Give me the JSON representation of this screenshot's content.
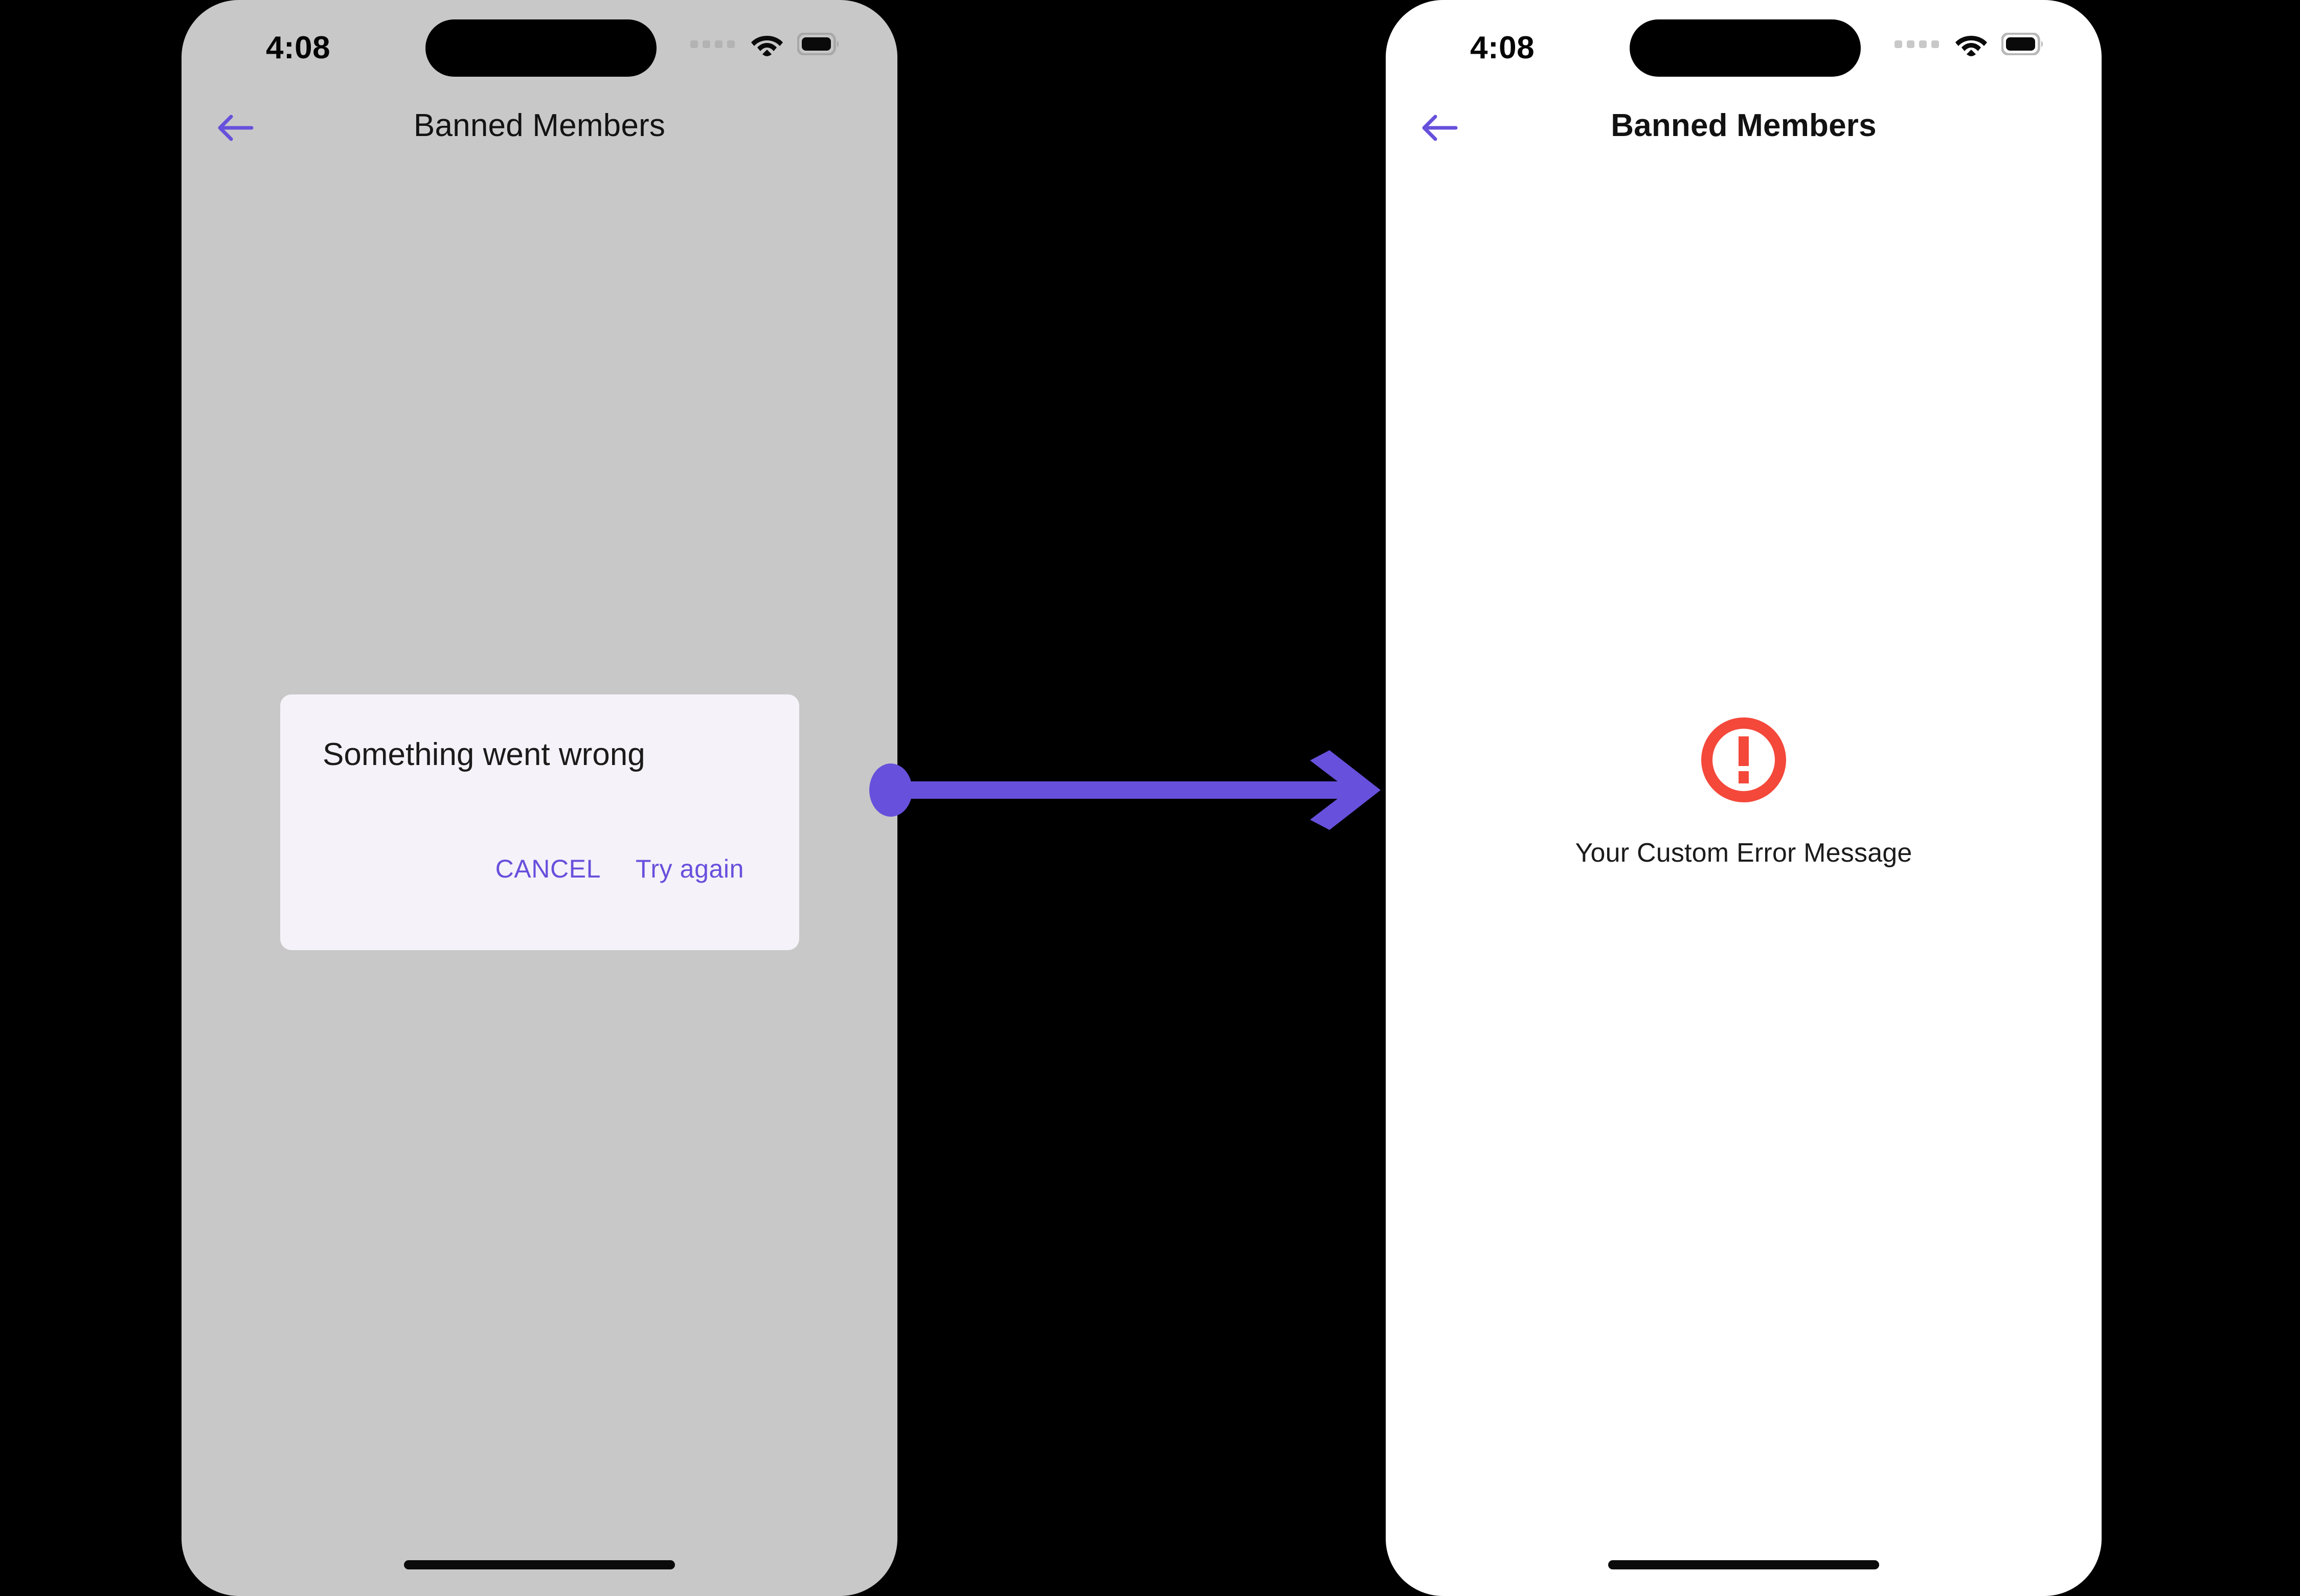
{
  "screens": [
    {
      "id": "before",
      "status_bar": {
        "time": "4:08",
        "cellular_icon": "cellular-dots-icon",
        "wifi_icon": "wifi-icon",
        "battery_icon": "battery-full-icon"
      },
      "appbar": {
        "back_icon": "arrow-left-icon",
        "title": "Banned Members"
      },
      "dialog": {
        "title": "Something went wrong",
        "cancel_label": "CANCEL",
        "retry_label": "Try again"
      }
    },
    {
      "id": "after",
      "status_bar": {
        "time": "4:08",
        "cellular_icon": "cellular-dots-icon",
        "wifi_icon": "wifi-icon",
        "battery_icon": "battery-full-icon"
      },
      "appbar": {
        "back_icon": "arrow-left-icon",
        "title": "Banned Members"
      },
      "error_state": {
        "icon": "error-circle-exclamation-icon",
        "message": "Your Custom Error Message"
      }
    }
  ],
  "connector": {
    "icon": "arrow-right-connector",
    "start_marker": "dot-marker"
  },
  "colors": {
    "background": "#000000",
    "accent_purple": "#6750dc",
    "error_red": "#f4483a",
    "dialog_surface": "#f5f2f9",
    "scrim_surface": "#c8c8c8",
    "screen_surface": "#ffffff",
    "text_primary": "#1b1b1b"
  }
}
